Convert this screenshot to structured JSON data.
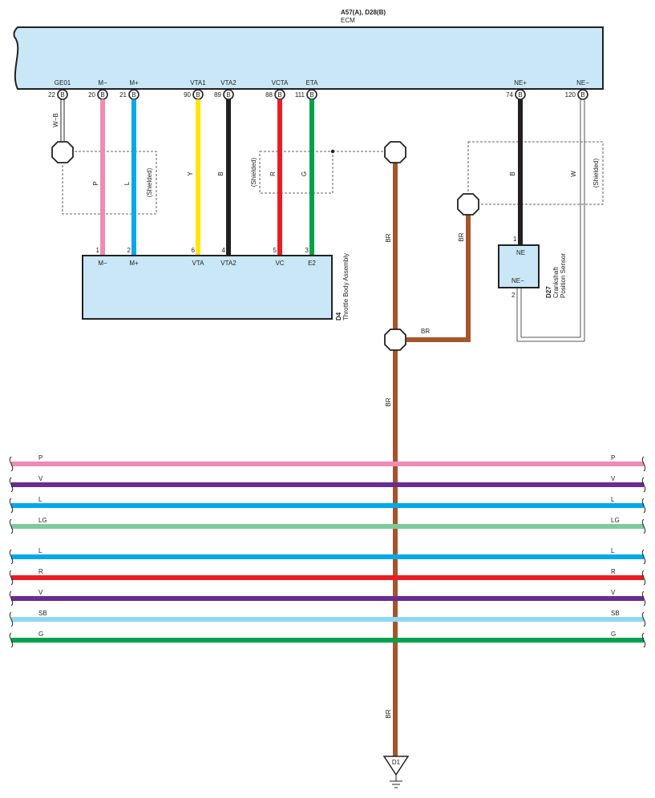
{
  "colors": {
    "box_fill": "#c9e7f7",
    "P": "#f08bb6",
    "L": "#00a9e8",
    "Y": "#ffe600",
    "B": "#231f20",
    "R": "#ed1c24",
    "G": "#00a14b",
    "W": "#ffffff",
    "W-B": "#ffffff",
    "BR": "#a4552c",
    "V": "#6a2c8e",
    "LG": "#7ecb9a",
    "SB": "#8fd8f5"
  },
  "ecm": {
    "connectors_label": "A57(A), D28(B)",
    "name": "ECM",
    "pin_side_letter": "B",
    "pins": [
      {
        "name": "GE01",
        "num": "22"
      },
      {
        "name": "M−",
        "num": "20"
      },
      {
        "name": "M+",
        "num": "21"
      },
      {
        "name": "VTA1",
        "num": "90"
      },
      {
        "name": "VTA2",
        "num": "89"
      },
      {
        "name": "VCTA",
        "num": "88"
      },
      {
        "name": "ETA",
        "num": "111"
      },
      {
        "name": "NE+",
        "num": "74"
      },
      {
        "name": "NE−",
        "num": "120"
      }
    ]
  },
  "throttle": {
    "code": "D4",
    "name": "Throttle Body Assembly",
    "pins": [
      {
        "num": "1",
        "name": "M−"
      },
      {
        "num": "2",
        "name": "M+"
      },
      {
        "num": "6",
        "name": "VTA"
      },
      {
        "num": "4",
        "name": "VTA2"
      },
      {
        "num": "5",
        "name": "VC"
      },
      {
        "num": "3",
        "name": "E2"
      }
    ]
  },
  "crank": {
    "code": "D27",
    "name_line1": "Crankshaft",
    "name_line2": "Position Sensor",
    "pin_top_num": "1",
    "pin_top_name": "NE",
    "pin_bottom_num": "2",
    "pin_bottom_name": "NE−"
  },
  "wires": {
    "ge01": "W−B",
    "m_minus": "P",
    "m_plus": "L",
    "vta1": "Y",
    "vta2": "B",
    "vcta": "R",
    "eta": "G",
    "ne_plus": "B",
    "ne_minus": "W"
  },
  "shield_label": "(Shielded)",
  "ground_wire": {
    "color": "BR",
    "ground_id": "D1"
  },
  "bus_groups": [
    [
      "P",
      "V",
      "L",
      "LG"
    ],
    [
      "L",
      "R",
      "V",
      "SB",
      "G"
    ]
  ]
}
